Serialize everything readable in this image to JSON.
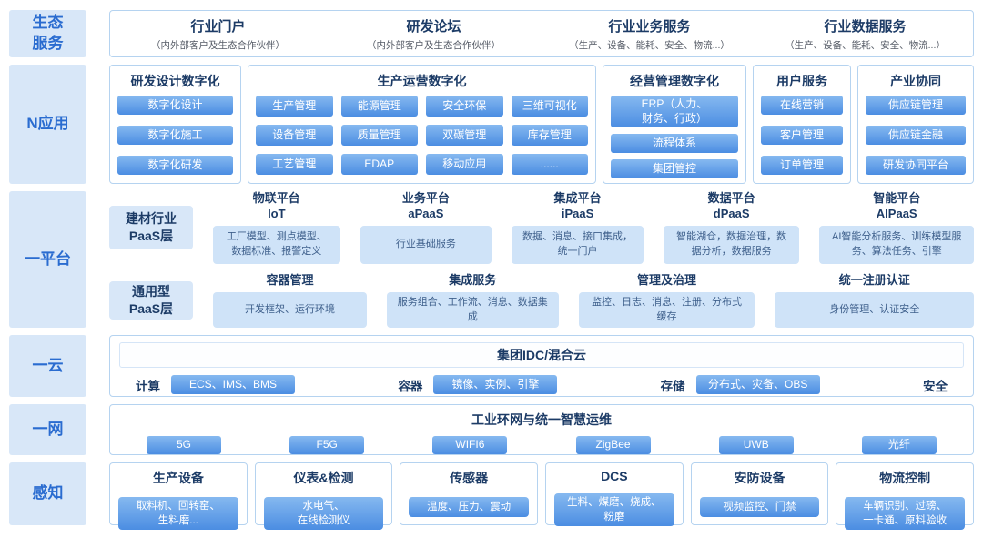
{
  "layers": [
    "生态\n服务",
    "N应用",
    "一平台",
    "一云",
    "一网",
    "感知"
  ],
  "eco": {
    "items": [
      {
        "title": "行业门户",
        "sub": "（内外部客户及生态合作伙伴）"
      },
      {
        "title": "研发论坛",
        "sub": "（内外部客户及生态合作伙伴）"
      },
      {
        "title": "行业业务服务",
        "sub": "（生产、设备、能耗、安全、物流...）"
      },
      {
        "title": "行业数据服务",
        "sub": "（生产、设备、能耗、安全、物流...）"
      }
    ]
  },
  "napps": {
    "groups": [
      {
        "title": "研发设计数字化",
        "chips": [
          "数字化设计",
          "数字化施工",
          "数字化研发"
        ]
      },
      {
        "title": "生产运营数字化",
        "chips": [
          "生产管理",
          "能源管理",
          "安全环保",
          "三维可视化",
          "设备管理",
          "质量管理",
          "双碳管理",
          "库存管理",
          "工艺管理",
          "EDAP",
          "移动应用",
          "......"
        ]
      },
      {
        "title": "经营管理数字化",
        "chips": [
          "ERP（人力、\n财务、行政）",
          "流程体系",
          "集团管控"
        ]
      },
      {
        "title": "用户服务",
        "chips": [
          "在线营销",
          "客户管理",
          "订单管理"
        ]
      },
      {
        "title": "产业协同",
        "chips": [
          "供应链管理",
          "供应链金融",
          "研发协同平台"
        ]
      }
    ]
  },
  "paas": {
    "industry": {
      "label": "建材行业\nPaaS层",
      "items": [
        {
          "title": "物联平台",
          "sub": "IoT",
          "desc": "工厂模型、测点模型、数据标准、报警定义"
        },
        {
          "title": "业务平台",
          "sub": "aPaaS",
          "desc": "行业基础服务"
        },
        {
          "title": "集成平台",
          "sub": "iPaaS",
          "desc": "数据、消息、接口集成，统一门户"
        },
        {
          "title": "数据平台",
          "sub": "dPaaS",
          "desc": "智能湖仓，数据治理，数据分析，数据服务"
        },
        {
          "title": "智能平台",
          "sub": "AIPaaS",
          "desc": "AI智能分析服务、训练模型服务、算法任务、引擎"
        }
      ]
    },
    "general": {
      "label": "通用型\nPaaS层",
      "items": [
        {
          "title": "容器管理",
          "desc": "开发框架、运行环境"
        },
        {
          "title": "集成服务",
          "desc": "服务组合、工作流、消息、数据集成"
        },
        {
          "title": "管理及治理",
          "desc": "监控、日志、消息、注册、分布式缓存"
        },
        {
          "title": "统一注册认证",
          "desc": "身份管理、认证安全"
        }
      ]
    }
  },
  "cloud": {
    "header": "集团IDC/混合云",
    "groups": [
      {
        "label": "计算",
        "chip": "ECS、IMS、BMS"
      },
      {
        "label": "容器",
        "chip": "镜像、实例、引擎"
      },
      {
        "label": "存储",
        "chip": "分布式、灾备、OBS"
      },
      {
        "label": "安全",
        "chip": ""
      }
    ]
  },
  "net": {
    "title": "工业环网与统一智慧运维",
    "chips": [
      "5G",
      "F5G",
      "WIFI6",
      "ZigBee",
      "UWB",
      "光纤"
    ]
  },
  "perception": {
    "groups": [
      {
        "title": "生产设备",
        "chip": "取料机、回转窑、\n生料磨..."
      },
      {
        "title": "仪表&检测",
        "chip": "水电气、\n在线检测仪"
      },
      {
        "title": "传感器",
        "chip": "温度、压力、震动"
      },
      {
        "title": "DCS",
        "chip": "生料、煤磨、烧成、\n粉磨"
      },
      {
        "title": "安防设备",
        "chip": "视频监控、门禁"
      },
      {
        "title": "物流控制",
        "chip": "车辆识别、过磅、\n一卡通、原料验收"
      }
    ]
  },
  "colors": {
    "accent_blue": "#4b8de2",
    "chip_gradient_top": "#86b9f0",
    "panel_border": "#b5d3f0",
    "layer_label_bg": "#d8e7f8",
    "layer_label_text": "#2a6cd0",
    "title_text": "#1c3b66",
    "desc_bg": "#cfe3f8"
  }
}
